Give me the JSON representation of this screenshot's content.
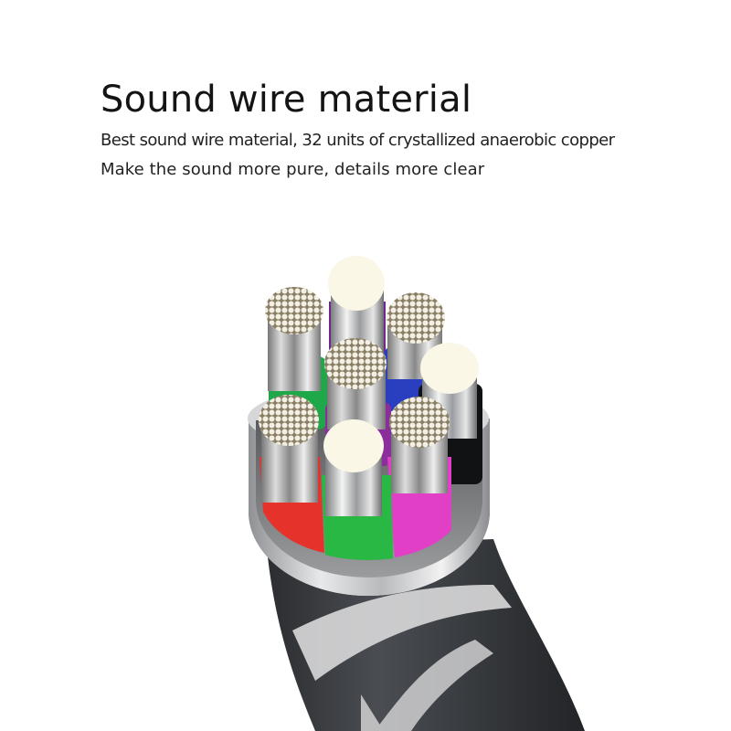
{
  "heading": {
    "title": "Sound wire material",
    "line1": "Best sound wire material, 32 units of crystallized anaerobic copper",
    "line2": "Make the sound more pure, details more clear"
  },
  "illustration": {
    "subject": "cable-cross-section",
    "jacket_color": "#3a3d41",
    "ferrule_color": "#c7c8ca",
    "conductors": [
      {
        "name": "conductor-top-left",
        "sleeve": "#1fa84a",
        "core": "strand-bundle"
      },
      {
        "name": "conductor-top-center",
        "sleeve": "#6d2a8a",
        "core": "solid-silver"
      },
      {
        "name": "conductor-top-right",
        "sleeve": "#2a3fbf",
        "core": "strand-bundle"
      },
      {
        "name": "conductor-center",
        "sleeve": "#8a2e9c",
        "core": "strand-bundle"
      },
      {
        "name": "conductor-right",
        "sleeve": "#111214",
        "core": "solid-silver"
      },
      {
        "name": "conductor-bottom-left",
        "sleeve": "#e5322b",
        "core": "strand-bundle"
      },
      {
        "name": "conductor-bottom-center",
        "sleeve": "#28b843",
        "core": "solid-silver"
      },
      {
        "name": "conductor-bottom-right",
        "sleeve": "#e23fc7",
        "core": "strand-bundle"
      }
    ]
  }
}
